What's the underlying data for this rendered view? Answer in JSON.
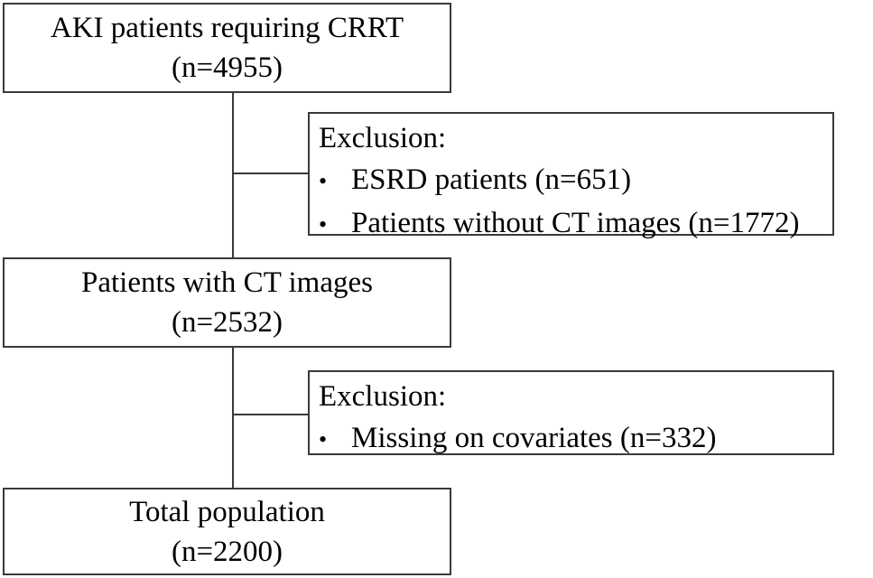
{
  "boxes": {
    "initial": {
      "title": "AKI patients requiring CRRT",
      "count": "(n=4955)"
    },
    "ct": {
      "title": "Patients with CT images",
      "count": "(n=2532)"
    },
    "total": {
      "title": "Total population",
      "count": "(n=2200)"
    }
  },
  "exclusions": [
    {
      "title": "Exclusion:",
      "items": [
        "ESRD patients (n=651)",
        "Patients without CT images (n=1772)"
      ]
    },
    {
      "title": "Exclusion:",
      "items": [
        "Missing on covariates (n=332)"
      ]
    }
  ],
  "bullet_glyph": "•"
}
